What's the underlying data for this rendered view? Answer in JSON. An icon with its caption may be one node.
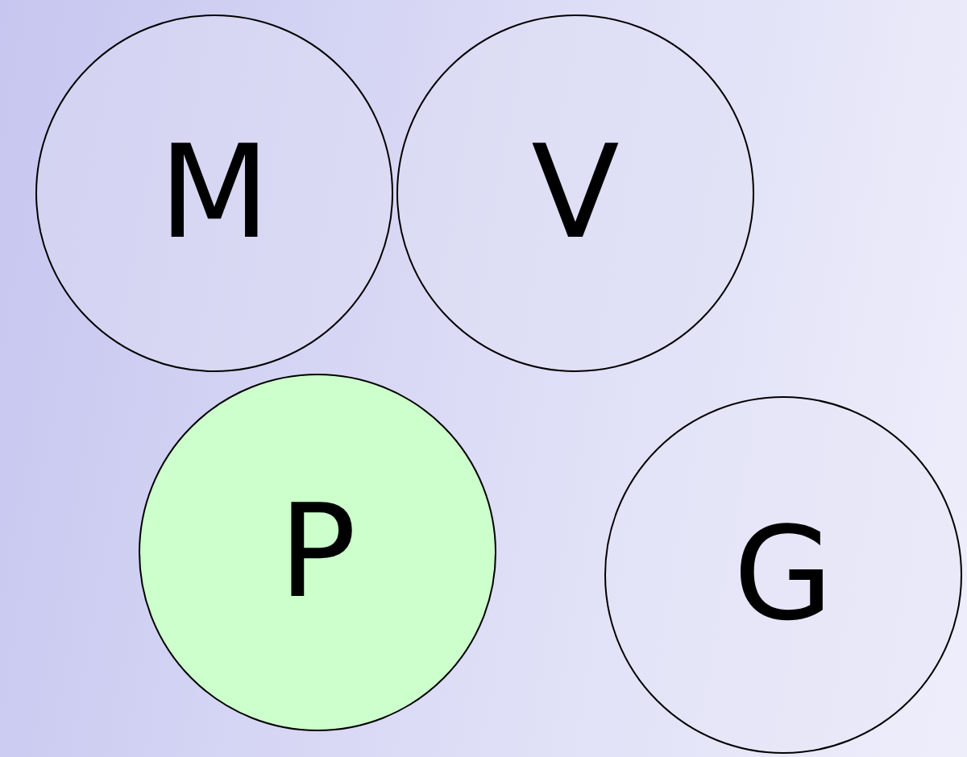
{
  "diagram": {
    "nodes": [
      {
        "text": [
          "M"
        ]
      },
      {
        "text": [
          "V"
        ]
      },
      {
        "text": [
          "P"
        ]
      },
      {
        "text": [
          "G"
        ]
      }
    ]
  }
}
